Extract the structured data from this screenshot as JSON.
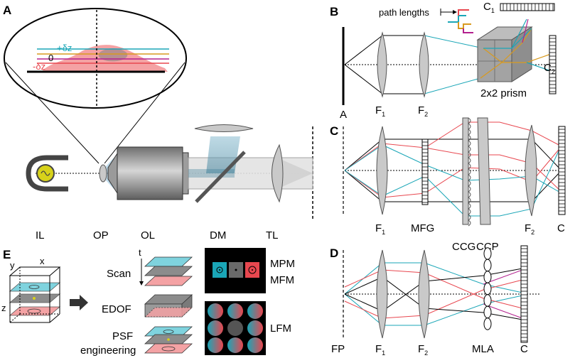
{
  "panels": {
    "A": {
      "letter": "A",
      "zplus": "+δz",
      "zzero": "0",
      "zminus": "-δz",
      "labels": [
        "IL",
        "OP",
        "OL",
        "DM",
        "TL"
      ]
    },
    "B": {
      "letter": "B",
      "path_lengths": "path lengths",
      "aperture": "A",
      "f1": "F",
      "f1_sub": "1",
      "f2": "F",
      "f2_sub": "2",
      "prism": "2x2 prism",
      "c1": "C",
      "c1_sub": "1",
      "c2": "C",
      "c2_sub": "2"
    },
    "C": {
      "letter": "C",
      "f1": "F",
      "f1_sub": "1",
      "mfg": "MFG",
      "ccg": "CCG",
      "ccp": "CCP",
      "f2": "F",
      "f2_sub": "2",
      "cam": "C"
    },
    "D": {
      "letter": "D",
      "fp": "FP",
      "f1": "F",
      "f1_sub": "1",
      "f2": "F",
      "f2_sub": "2",
      "mla": "MLA",
      "cam": "C"
    },
    "E": {
      "letter": "E",
      "ax_x": "x",
      "ax_y": "y",
      "ax_z": "z",
      "t": "t",
      "scan": "Scan",
      "edof": "EDOF",
      "psf1": "PSF",
      "psf2": "engineering",
      "mpm": "MPM",
      "mfm": "MFM",
      "lfm": "LFM"
    }
  },
  "colors": {
    "cyan": "#1aa6b7",
    "red": "#e8474f",
    "magenta": "#b3208e",
    "orange": "#d99a1e",
    "lens": "#c9c9c9",
    "prism": "#a3a3a3"
  }
}
